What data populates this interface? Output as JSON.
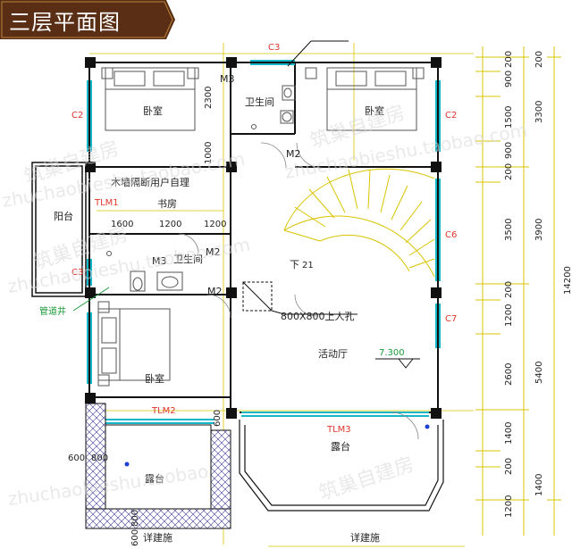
{
  "title": "三层平面图",
  "colors": {
    "banner_bg": "#5a2e14",
    "wall": "#111111",
    "window": "#14b7c8",
    "dim_line": "#d9c400",
    "door_label": "#e0352b",
    "tlm_label": "#e0352b",
    "brick": "#3a3a8f"
  },
  "rooms": {
    "bedroom_top_left": "卧室",
    "bathroom_top": "卫生间",
    "bedroom_top_right": "卧室",
    "partition_note": "木墙隔断用户自理",
    "study": "书房",
    "balcony_left": "阳台",
    "bathroom_mid": "卫生间",
    "down_label": "下",
    "hole_label": "800X800上人孔",
    "activity_hall": "活动厅",
    "elevation": "7.300",
    "bedroom_bottom_left": "卧室",
    "terrace_left": "露台",
    "terrace_right": "露台",
    "pipe_well": "管道井",
    "detail_left": "详建施",
    "detail_right": "详建施"
  },
  "openings": {
    "c3_top": "C3",
    "m3_top": "M3",
    "c2_left": "C2",
    "c2_right": "C2",
    "m2_upper": "M2",
    "tlm1": "TLM1",
    "m2_mid": "M2",
    "m3_mid": "M3",
    "c3_left": "C3",
    "m2_lower": "M2",
    "c6": "C6",
    "c7": "C7",
    "tlm2": "TLM2",
    "tlm3": "TLM3"
  },
  "inner_dims": {
    "d2300": "2300",
    "d1000": "1000",
    "d1600": "1600",
    "d1200a": "1200",
    "d1200b": "1200",
    "d21": "21",
    "d600a": "600",
    "d600b": "600",
    "d800a": "800",
    "d800b": "800",
    "d600c": "600"
  },
  "right_dims_inner": [
    "200",
    "900",
    "1500",
    "900",
    "200",
    "3500",
    "200",
    "1200",
    "2600",
    "1400",
    "200",
    "1200"
  ],
  "right_dims_outer": [
    "200",
    "3300",
    "3900",
    "5400",
    "1400"
  ],
  "total_dim": "14200",
  "watermarks": [
    "筑巢自建房",
    "zhuchaobieshu.taobao.com",
    "筑巢自建房",
    "zhuchaobieshu.taobao.com",
    "筑巢自建房",
    "zhuchaobieshu.taobao.com",
    "筑巢自建房",
    "zhuchaobieshu.taobao"
  ]
}
